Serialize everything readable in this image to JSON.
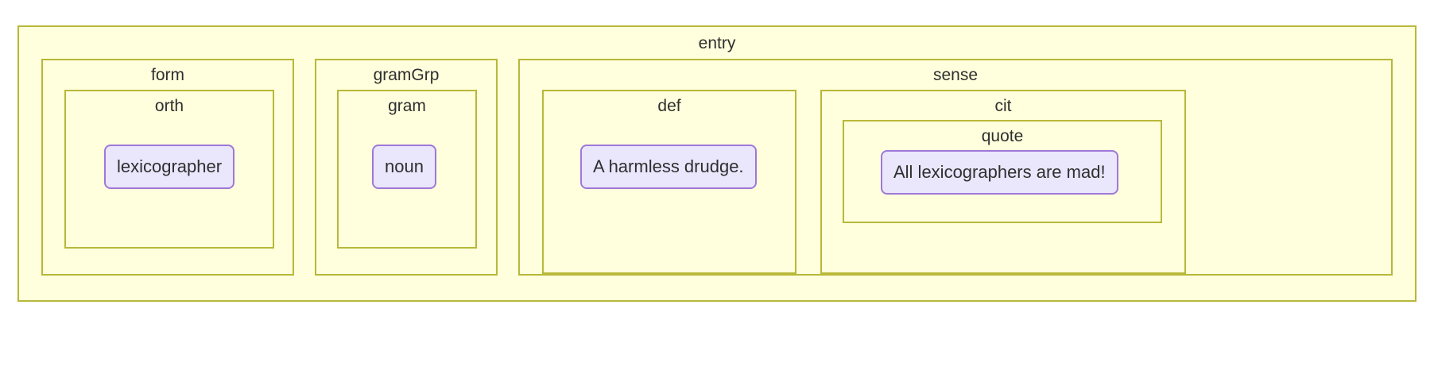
{
  "diagram": {
    "type": "nested-element-tree",
    "colors": {
      "node_border": "#b8b83a",
      "node_background": "#ffffdd",
      "chip_border": "#9f78d8",
      "chip_background": "#eae6fc",
      "text": "#2f2f2f",
      "canvas": "#ffffff"
    },
    "nodes": {
      "entry": {
        "label": "entry"
      },
      "form": {
        "label": "form"
      },
      "orth": {
        "label": "orth",
        "value": "lexicographer"
      },
      "gramGrp": {
        "label": "gramGrp"
      },
      "gram": {
        "label": "gram",
        "value": "noun"
      },
      "sense": {
        "label": "sense"
      },
      "def": {
        "label": "def",
        "value": "A harmless drudge."
      },
      "cit": {
        "label": "cit"
      },
      "quote": {
        "label": "quote",
        "value": "All lexicographers are mad!"
      }
    }
  }
}
